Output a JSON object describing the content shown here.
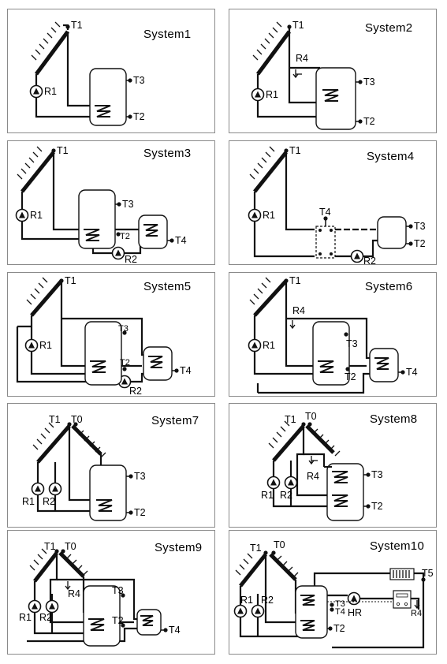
{
  "systems": [
    {
      "title": "System1",
      "labels": {
        "t1": "T1",
        "r1": "R1",
        "t3": "T3",
        "t2": "T2"
      }
    },
    {
      "title": "System2",
      "labels": {
        "t1": "T1",
        "r1": "R1",
        "r4": "R4",
        "t3": "T3",
        "t2": "T2"
      }
    },
    {
      "title": "System3",
      "labels": {
        "t1": "T1",
        "r1": "R1",
        "t3": "T3",
        "t2": "T2",
        "t4": "T4",
        "r2": "R2"
      }
    },
    {
      "title": "System4",
      "labels": {
        "t1": "T1",
        "r1": "R1",
        "t4": "T4",
        "t3": "T3",
        "t2": "T2",
        "r2": "R2"
      }
    },
    {
      "title": "System5",
      "labels": {
        "t1": "T1",
        "r1": "R1",
        "t3": "T3",
        "t2": "T2",
        "t4": "T4",
        "r2": "R2"
      }
    },
    {
      "title": "System6",
      "labels": {
        "t1": "T1",
        "r1": "R1",
        "r4": "R4",
        "t3": "T3",
        "t2": "T2",
        "t4": "T4"
      }
    },
    {
      "title": "System7",
      "labels": {
        "t1": "T1",
        "t0": "T0",
        "r1": "R1",
        "r2": "R2",
        "t3": "T3",
        "t2": "T2"
      }
    },
    {
      "title": "System8",
      "labels": {
        "t1": "T1",
        "t0": "T0",
        "r1": "R1",
        "r2": "R2",
        "r4": "R4",
        "t3": "T3",
        "t2": "T2"
      }
    },
    {
      "title": "System9",
      "labels": {
        "t1": "T1",
        "t0": "T0",
        "r1": "R1",
        "r2": "R2",
        "r4": "R4",
        "t3": "T3",
        "t2": "T2",
        "t4": "T4"
      }
    },
    {
      "title": "System10",
      "labels": {
        "t1": "T1",
        "t0": "T0",
        "r1": "R1",
        "r2": "R2",
        "t3": "T3",
        "t4": "T4",
        "hr": "HR",
        "t5": "T5",
        "r4": "R4",
        "t2": "T2"
      }
    }
  ]
}
